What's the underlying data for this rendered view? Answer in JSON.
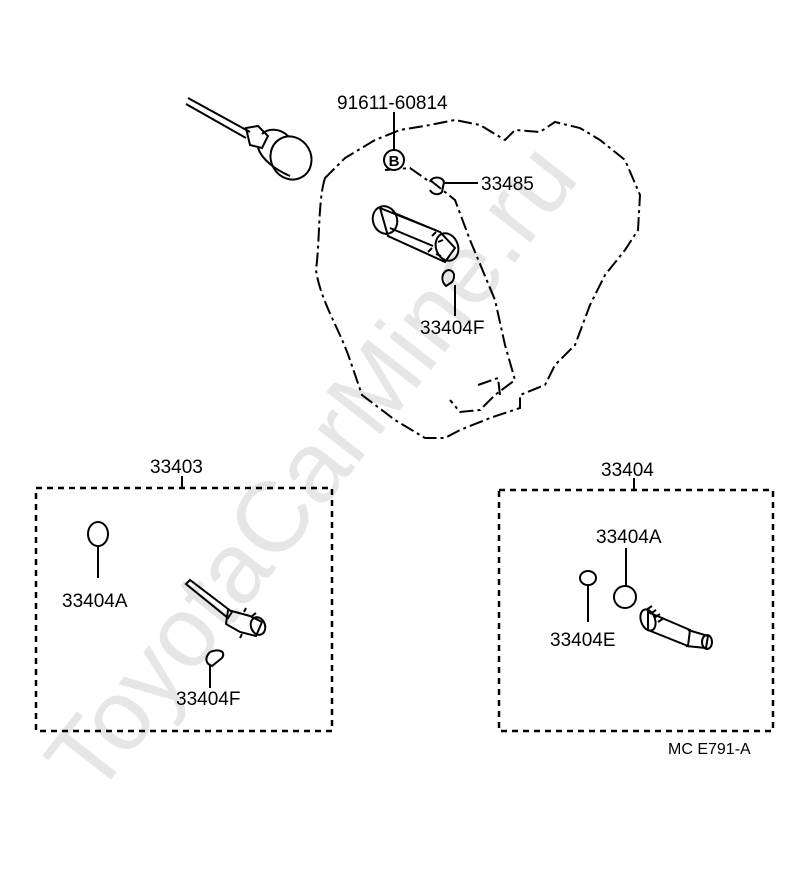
{
  "watermark": "ToyotaCarMine.ru",
  "callouts": {
    "bolt": "91611-60814",
    "bolt_marker": "B",
    "clip_top": "33485",
    "clip_top_pin": "33404F",
    "kit_left": "33403",
    "kit_left_oring": "33404A",
    "kit_left_pin": "33404F",
    "kit_right": "33404",
    "kit_right_oring": "33404A",
    "kit_right_plug": "33404E"
  },
  "figure_code": "MC  E791-A"
}
